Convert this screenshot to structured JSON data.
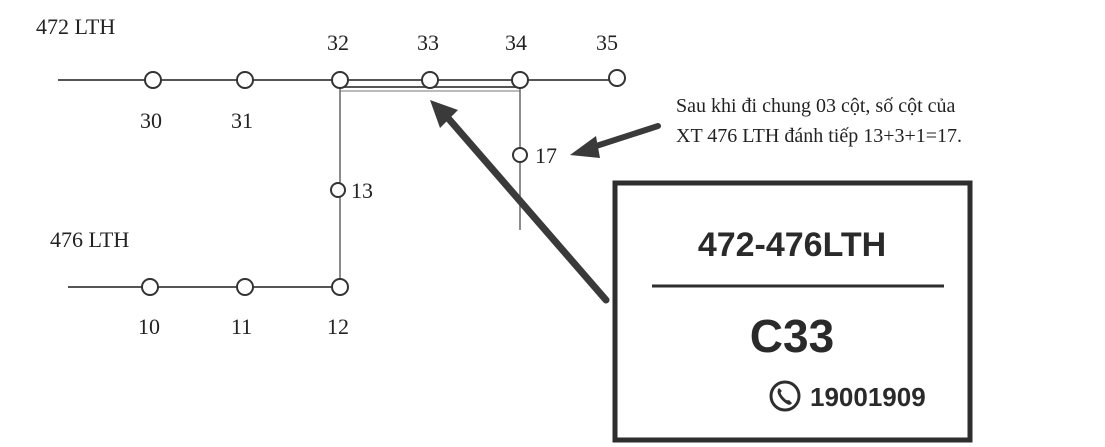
{
  "lines": {
    "line_472": {
      "label": "472 LTH"
    },
    "line_476": {
      "label": "476 LTH"
    }
  },
  "poles": {
    "p30": "30",
    "p31": "31",
    "p32": "32",
    "p33": "33",
    "p34": "34",
    "p35": "35",
    "p10": "10",
    "p11": "11",
    "p12": "12",
    "p13": "13",
    "p17": "17"
  },
  "annotation": {
    "line1": "Sau khi đi chung 03 cột, số cột của",
    "line2": "XT 476 LTH đánh tiếp 13+3+1=17."
  },
  "sign": {
    "top_text": "472-476LTH",
    "pole_code": "C33",
    "phone_icon": "phone-icon",
    "phone_number": "19001909"
  },
  "colors": {
    "ink": "#2b2b2b",
    "line": "#555555",
    "arrow": "#3a3a3a"
  }
}
